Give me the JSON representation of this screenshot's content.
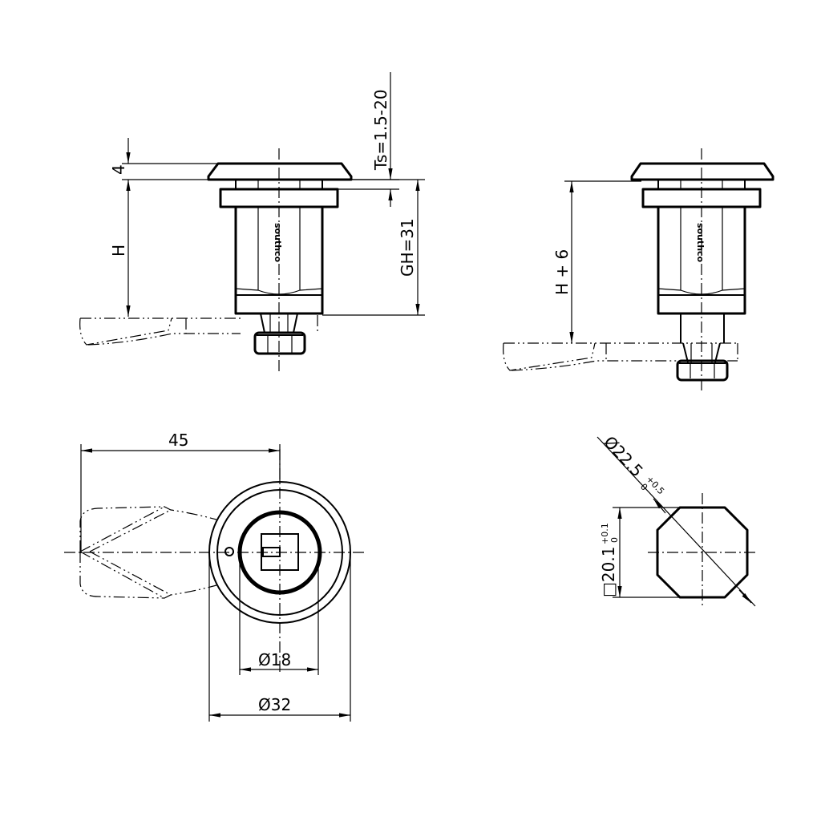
{
  "drawing": {
    "subject": "Cam lock technical drawing",
    "views": {
      "side_view_left": {
        "brand_mark": "southco",
        "dimensions": {
          "top_flange": "4",
          "height": "H",
          "panel_thickness": "Ts=1.5-20",
          "grip_height": "GH=31"
        }
      },
      "side_view_right": {
        "brand_mark": "southco",
        "dimensions": {
          "height": "H + 6"
        }
      },
      "front_view": {
        "dimensions": {
          "cam_length": "45",
          "inner_diameter": "Ø18",
          "outer_diameter": "Ø32"
        }
      },
      "panel_cutout": {
        "dimensions": {
          "diameter": "Ø22.5",
          "diameter_tol_upper": "+0.5",
          "diameter_tol_lower": "0",
          "square": "□20.1",
          "square_tol_upper": "+0.1",
          "square_tol_lower": "0"
        }
      }
    },
    "colors": {
      "line": "#000000",
      "background": "#ffffff"
    }
  }
}
